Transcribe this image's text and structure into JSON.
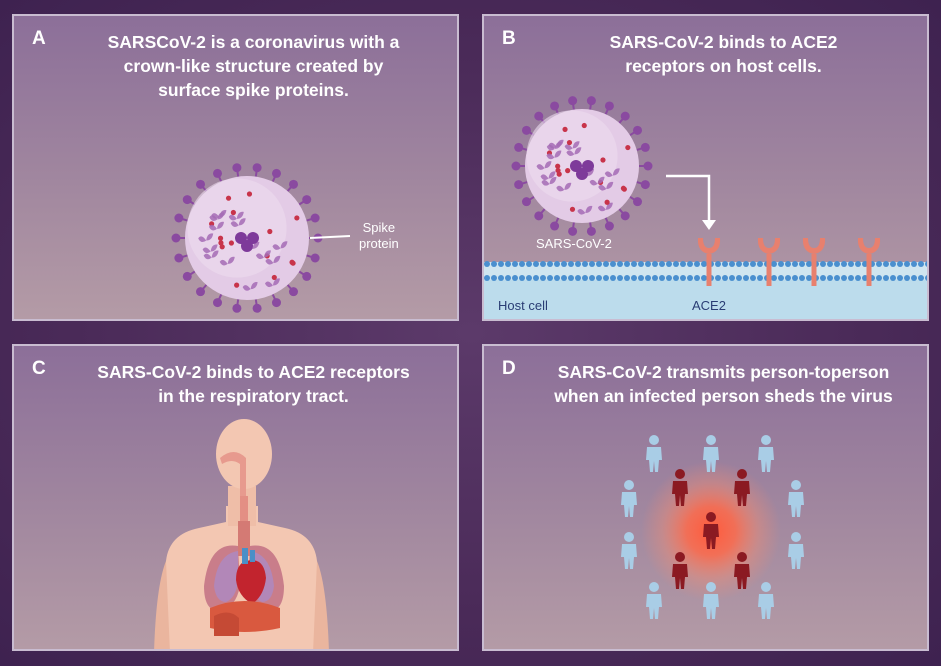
{
  "panels": {
    "a": {
      "letter": "A",
      "title": "SARSCoV-2 is a coronavirus with a\ncrown-like structure created by\nsurface spike proteins.",
      "spike_label": "Spike\nprotein"
    },
    "b": {
      "letter": "B",
      "title": "SARS-CoV-2 binds to ACE2\nreceptors on host cells.",
      "virus_label": "SARS-CoV-2",
      "host_label": "Host cell",
      "ace2_label": "ACE2"
    },
    "c": {
      "letter": "C",
      "title": "SARS-CoV-2 binds to ACE2 receptors\nin the respiratory tract."
    },
    "d": {
      "letter": "D",
      "title": "SARS-CoV-2 transmits person-toperson\nwhen an infected person sheds the virus"
    }
  },
  "colors": {
    "virus_body": "#e3cbe6",
    "spike": "#8a4aa0",
    "rna_dot": "#c8344a",
    "membrane": "#4a8fcf",
    "cell": "#bcdcec",
    "receptor": "#e8806e",
    "healthy_person": "#a9cde6",
    "infected_person": "#8b1a22",
    "glow": "#ff5a3c"
  }
}
